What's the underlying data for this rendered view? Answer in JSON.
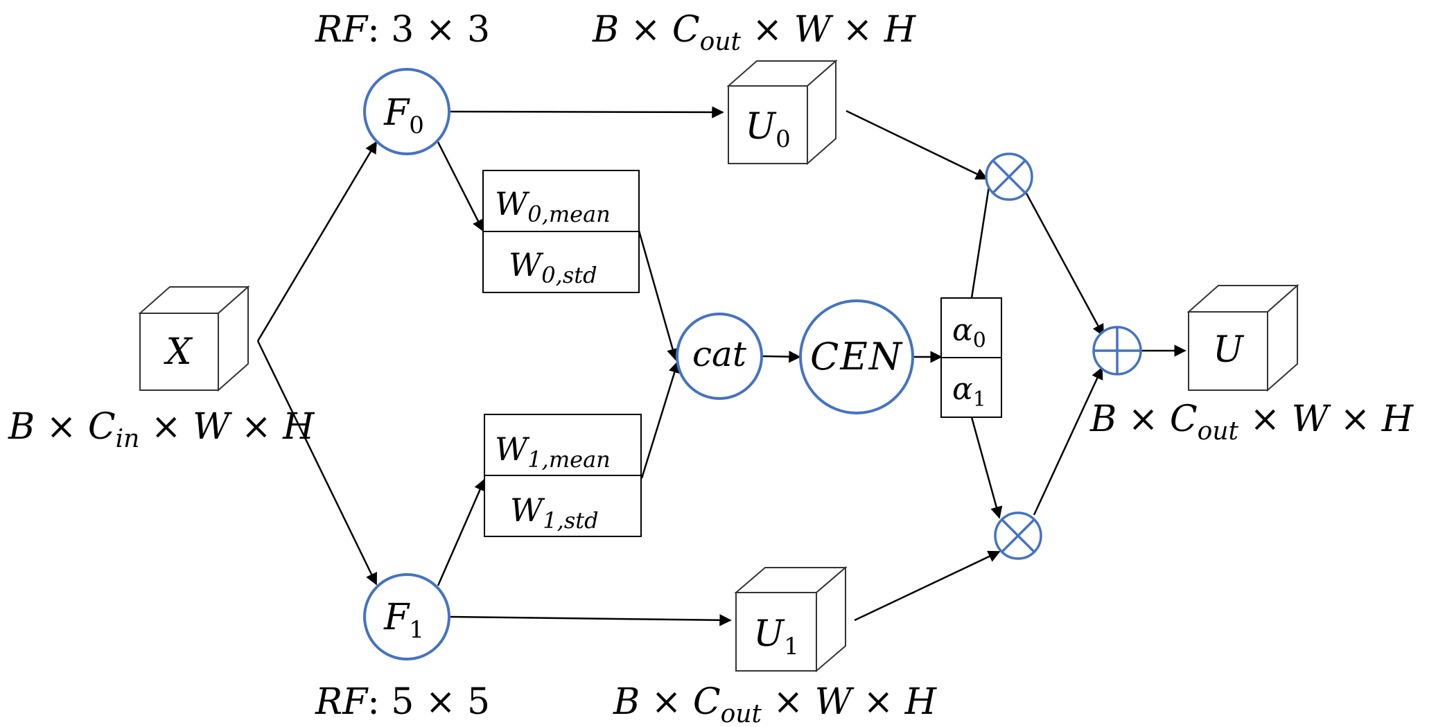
{
  "labels": {
    "rf_top": {
      "pre": "RF",
      "post": ": 3 × 3"
    },
    "rf_bottom": {
      "pre": "RF",
      "post": ": 5 × 5"
    },
    "dims_input": {
      "a": "B",
      "b": " × ",
      "c": "C",
      "sub": "in",
      "d": " × W × H"
    },
    "dims_u0": {
      "a": "B",
      "b": " × ",
      "c": "C",
      "sub": "out",
      "d": " × W × H"
    },
    "dims_u1": {
      "a": "B",
      "b": " × ",
      "c": "C",
      "sub": "out",
      "d": " × W × H"
    },
    "dims_output": {
      "a": "B",
      "b": " × ",
      "c": "C",
      "sub": "out",
      "d": " × W × H"
    }
  },
  "nodes": {
    "x": "X",
    "f0": {
      "main": "F",
      "sub": "0"
    },
    "f1": {
      "main": "F",
      "sub": "1"
    },
    "u0": {
      "main": "U",
      "sub": "0"
    },
    "u1": {
      "main": "U",
      "sub": "1"
    },
    "u": "U",
    "cat": "cat",
    "cen": "CEN",
    "w0_mean": {
      "main": "W",
      "sub": "0,mean"
    },
    "w0_std": {
      "main": "W",
      "sub": "0,std"
    },
    "w1_mean": {
      "main": "W",
      "sub": "1,mean"
    },
    "w1_std": {
      "main": "W",
      "sub": "1,std"
    },
    "alpha0": {
      "main": "α",
      "sub": "0"
    },
    "alpha1": {
      "main": "α",
      "sub": "1"
    }
  },
  "colors": {
    "node_stroke": "#4472c4",
    "edge": "#000000"
  }
}
